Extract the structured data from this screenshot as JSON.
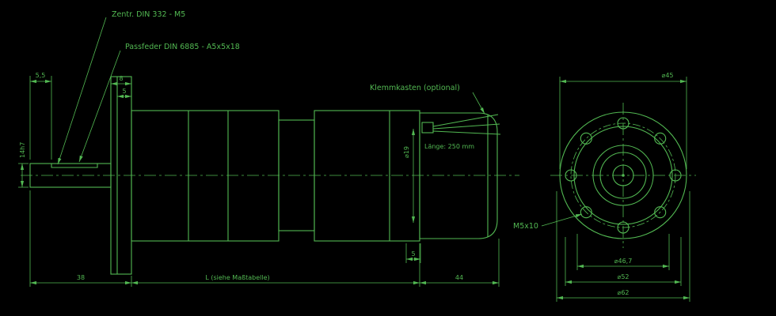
{
  "colors": {
    "line": "#52b852",
    "background": "#000000"
  },
  "labels": {
    "zentr": "Zentr. DIN 332 - M5",
    "passfeder": "Passfeder DIN 6885 - A5x5x18",
    "klemmkasten": "Klemmkasten (optional)",
    "kabel_laenge": "Länge: 250 mm",
    "schraube": "M5x10"
  },
  "dims_side": {
    "d55": "5,5",
    "d14h7": "14h7",
    "d8": "8",
    "d5a": "5",
    "d19": "⌀19",
    "d5b": "5",
    "d38": "38",
    "dL": "L (siehe Maßtabelle)",
    "d44": "44"
  },
  "dims_front": {
    "d45": "⌀45",
    "d467": "⌀46,7",
    "d52": "⌀52",
    "d62": "⌀62"
  }
}
